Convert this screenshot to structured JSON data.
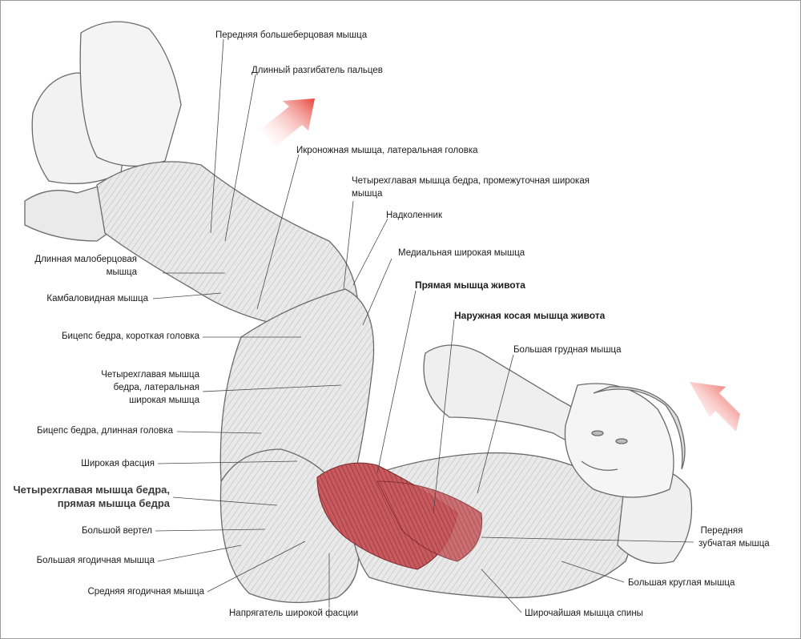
{
  "colors": {
    "leader_line": "#4a4a4a",
    "arrow": "#e8453c",
    "muscle_red": "#b8383f",
    "skin_outline": "#6a6a6a",
    "skin_fill": "#ececec"
  },
  "icons": [
    "motion-arrow-legs",
    "motion-arrow-torso"
  ],
  "labels": {
    "tibialis_anterior": "Передняя большеберцовая мышца",
    "extensor_digitorum": "Длинный разгибатель пальцев",
    "gastrocnemius_lateral": "Икроножная мышца, латеральная головка",
    "vastus_intermedius_1": "Четырехглавая мышца бедра, промежуточная широкая",
    "vastus_intermedius_2": "мышца",
    "patella": "Надколенник",
    "vastus_medialis": "Медиальная широкая мышца",
    "rectus_abdominis": "Прямая мышца живота",
    "external_oblique": "Наружная косая мышца живота",
    "pectoralis_major": "Большая грудная мышца",
    "peroneus_longus_1": "Длинная малоберцовая",
    "peroneus_longus_2": "мышца",
    "soleus": "Камбаловидная мышца",
    "biceps_short": "Бицепс бедра, короткая головка",
    "vastus_lateralis_1": "Четырехглавая мышца",
    "vastus_lateralis_2": "бедра, латеральная",
    "vastus_lateralis_3": "широкая мышца",
    "biceps_long": "Бицепс бедра, длинная головка",
    "fascia_lata": "Широкая фасция",
    "rectus_femoris_1": "Четырехглавая мышца бедра,",
    "rectus_femoris_2": "прямая мышца бедра",
    "greater_trochanter": "Большой вертел",
    "gluteus_maximus": "Большая ягодичная мышца",
    "gluteus_medius": "Средняя ягодичная мышца",
    "tensor_fasciae": "Напрягатель широкой фасции",
    "latissimus": "Широчайшая мышца спины",
    "teres_major": "Большая круглая мышца",
    "serratus_1": "Передняя",
    "serratus_2": "зубчатая мышца"
  }
}
